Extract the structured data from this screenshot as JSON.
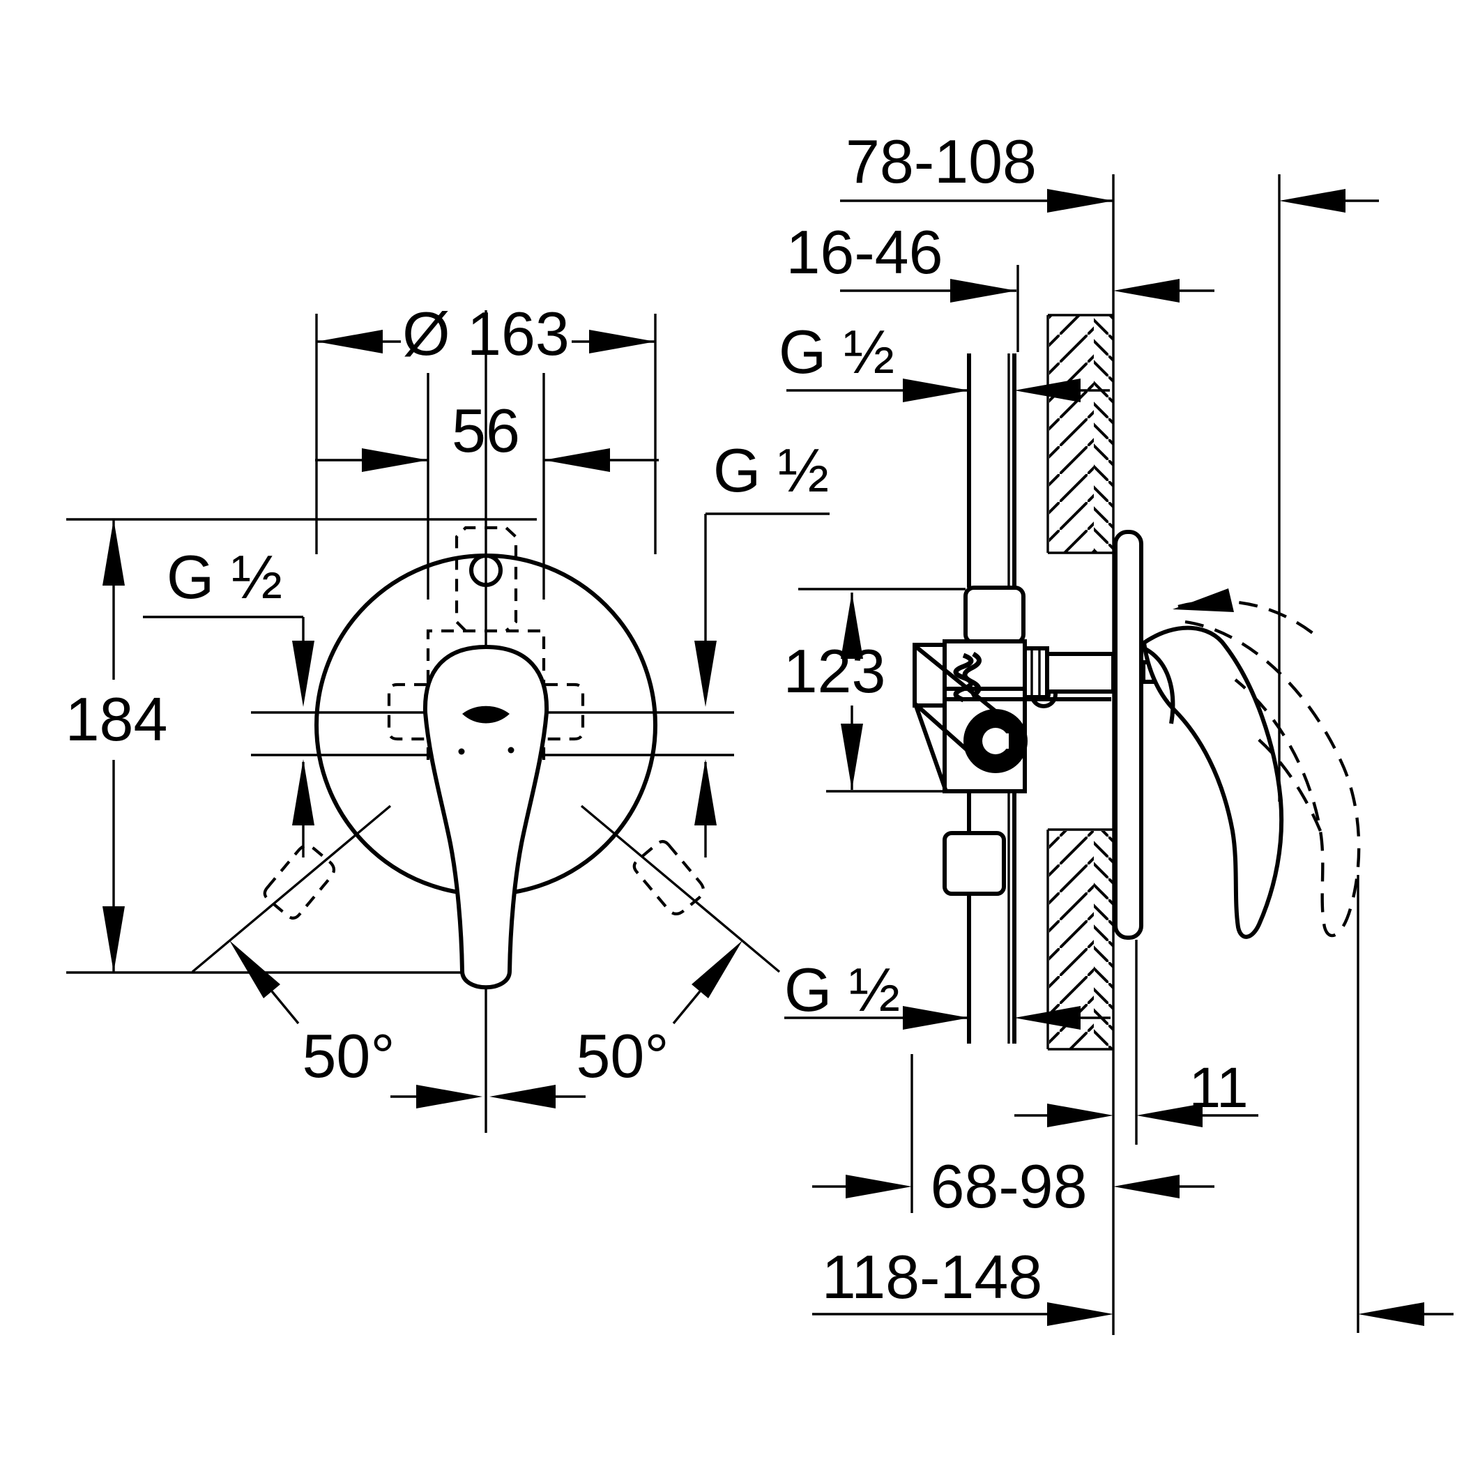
{
  "drawing": {
    "front_view": {
      "diameter_label": "Ø 163",
      "cartridge_width_label": "56",
      "height_label": "184",
      "inlet_left_label": "G ½",
      "inlet_right_label": "G ½",
      "swivel_left_label": "50°",
      "swivel_right_label": "50°"
    },
    "side_view": {
      "handle_clearance_label": "78-108",
      "mounting_depth_label": "16-46",
      "top_connection_label": "G ½",
      "body_height_label": "123",
      "bottom_connection_label": "G ½",
      "rosette_depth_label": "11",
      "body_depth_label": "68-98",
      "total_depth_label": "118-148"
    }
  }
}
